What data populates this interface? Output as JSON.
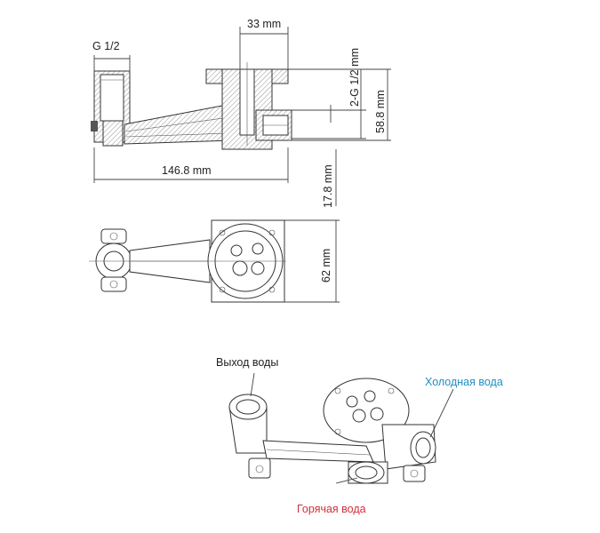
{
  "dimensions": {
    "thread_inlet": "G 1/2",
    "width_top": "33 mm",
    "thread_outlets": "2-G 1/2 mm",
    "height_total": "58.8 mm",
    "length": "146.8 mm",
    "offset": "17.8 mm",
    "flange": "62 mm"
  },
  "callouts": {
    "outlet": "Выход воды",
    "cold": "Холодная вода",
    "hot": "Горячая вода"
  },
  "colors": {
    "cold": "#1f8fc4",
    "hot": "#d32f3a",
    "text": "#222222"
  }
}
